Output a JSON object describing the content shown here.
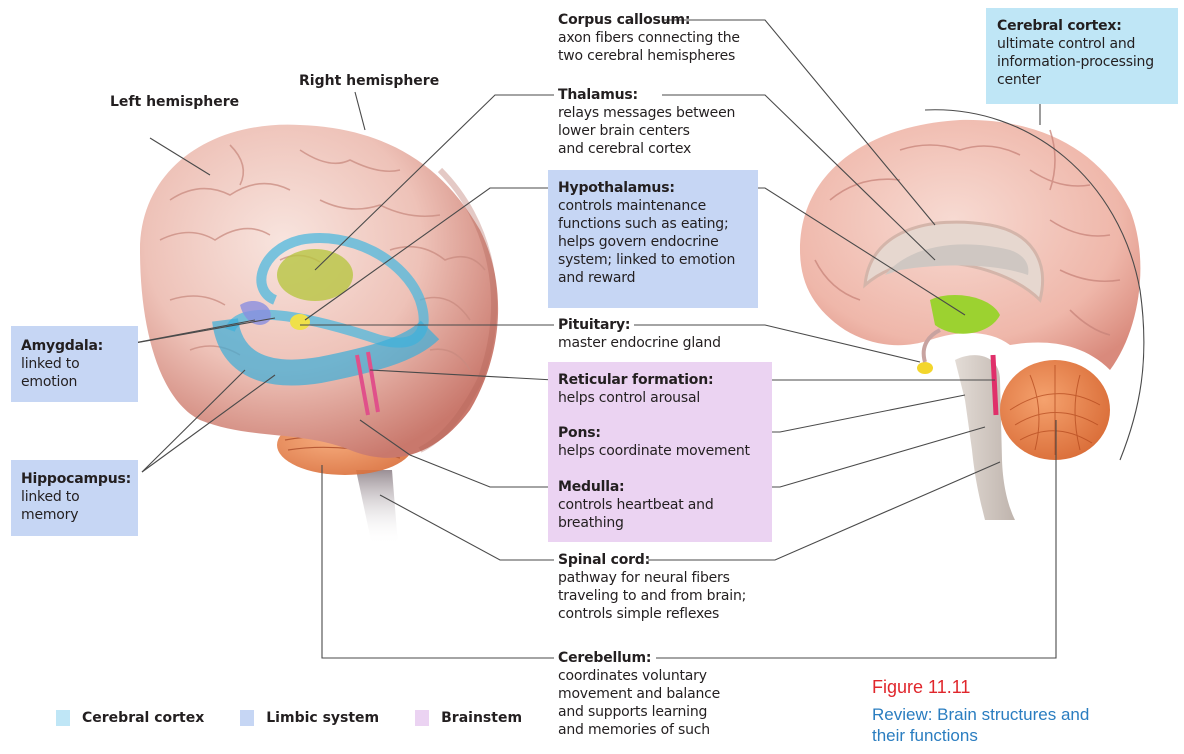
{
  "figure": {
    "number": "Figure 11.11",
    "title": "Review: Brain structures and\ntheir functions"
  },
  "colors": {
    "cerebral_cortex": "#bfe6f6",
    "limbic_system": "#c6d6f4",
    "brainstem": "#ebd3f2",
    "figure_number": "#e0262c",
    "figure_title": "#2a7dc0",
    "leader_line": "#4a4a4a"
  },
  "hemisphere_labels": {
    "left": "Left hemisphere",
    "right": "Right hemisphere"
  },
  "structures": [
    {
      "id": "corpus-callosum",
      "term": "Corpus callosum:",
      "desc": "axon fibers connecting the\ntwo cerebral hemispheres",
      "system": "none"
    },
    {
      "id": "thalamus",
      "term": "Thalamus:",
      "desc": "relays messages between\nlower brain centers\nand cerebral cortex",
      "system": "none"
    },
    {
      "id": "hypothalamus",
      "term": "Hypothalamus:",
      "desc": "controls maintenance\nfunctions such as eating;\nhelps govern endocrine\nsystem; linked to emotion\nand reward",
      "system": "limbic"
    },
    {
      "id": "pituitary",
      "term": "Pituitary:",
      "desc": "master endocrine gland",
      "system": "none"
    },
    {
      "id": "reticular-formation",
      "term": "Reticular formation:",
      "desc": "helps control arousal",
      "system": "brainstem"
    },
    {
      "id": "pons",
      "term": "Pons:",
      "desc": "helps coordinate movement",
      "system": "brainstem"
    },
    {
      "id": "medulla",
      "term": "Medulla:",
      "desc": "controls heartbeat and\nbreathing",
      "system": "brainstem"
    },
    {
      "id": "spinal-cord",
      "term": "Spinal cord:",
      "desc": "pathway for neural fibers\ntraveling to and from brain;\ncontrols simple reflexes",
      "system": "none"
    },
    {
      "id": "cerebellum",
      "term": "Cerebellum:",
      "desc": "coordinates voluntary\nmovement and balance\nand supports learning\nand memories of such",
      "system": "none"
    },
    {
      "id": "cerebral-cortex",
      "term": "Cerebral cortex:",
      "desc": "ultimate control and\ninformation-processing\ncenter",
      "system": "cortex"
    },
    {
      "id": "amygdala",
      "term": "Amygdala:",
      "desc": "linked to\nemotion",
      "system": "limbic"
    },
    {
      "id": "hippocampus",
      "term": "Hippocampus:",
      "desc": "linked to\nmemory",
      "system": "limbic"
    }
  ],
  "legend": [
    {
      "label": "Cerebral cortex",
      "color": "#bfe6f6"
    },
    {
      "label": "Limbic system",
      "color": "#c6d6f4"
    },
    {
      "label": "Brainstem",
      "color": "#ebd3f2"
    }
  ]
}
